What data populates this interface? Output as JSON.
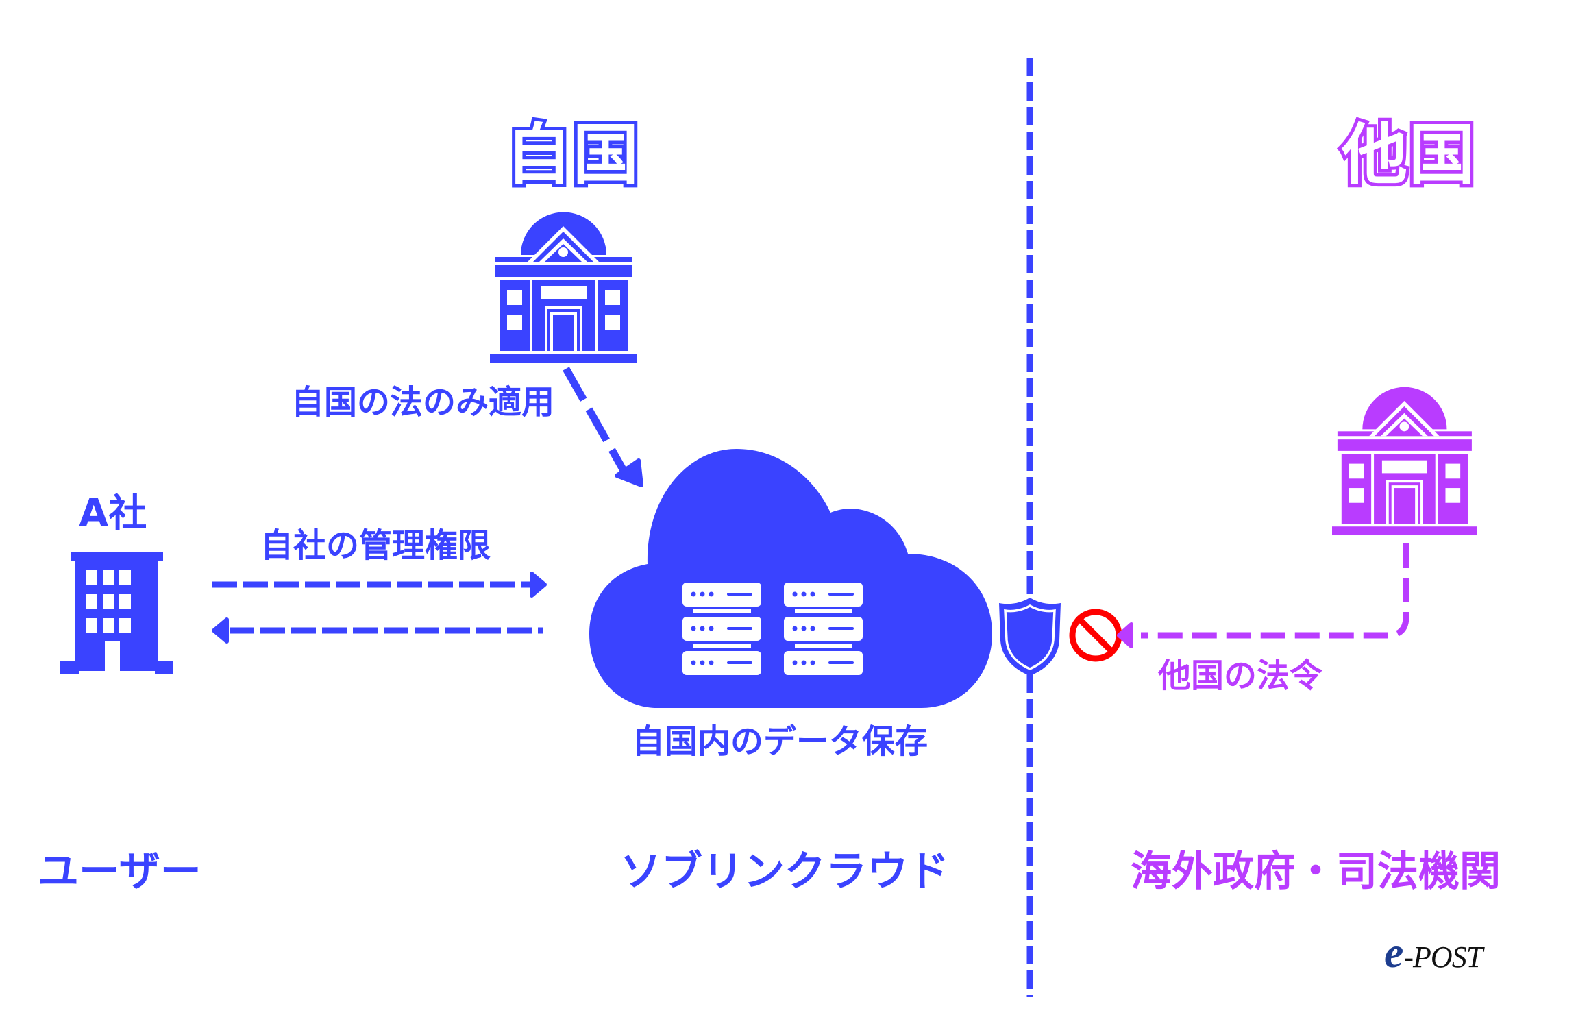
{
  "colors": {
    "home": "#3a43ff",
    "foreign": "#b93cff",
    "block": "#ff0000",
    "background": "#ffffff",
    "logo_blue": "#1d3d8f"
  },
  "regions": {
    "home_title": "自国",
    "foreign_title": "他国"
  },
  "home": {
    "government_label": "自国の法のみ適用",
    "company_name": "A社",
    "management_label": "自社の管理権限",
    "storage_label": "自国内のデータ保存"
  },
  "foreign": {
    "law_label": "他国の法令"
  },
  "footer": {
    "user_label": "ユーザー",
    "cloud_label": "ソブリンクラウド",
    "foreign_label": "海外政府・司法機関"
  },
  "logo": {
    "mark": "e",
    "text": "-POST"
  },
  "icons": {
    "home_government": "government-building-icon",
    "company": "office-building-icon",
    "cloud": "cloud-server-icon",
    "shield": "shield-icon",
    "block": "prohibited-icon",
    "foreign_government": "government-building-icon"
  }
}
